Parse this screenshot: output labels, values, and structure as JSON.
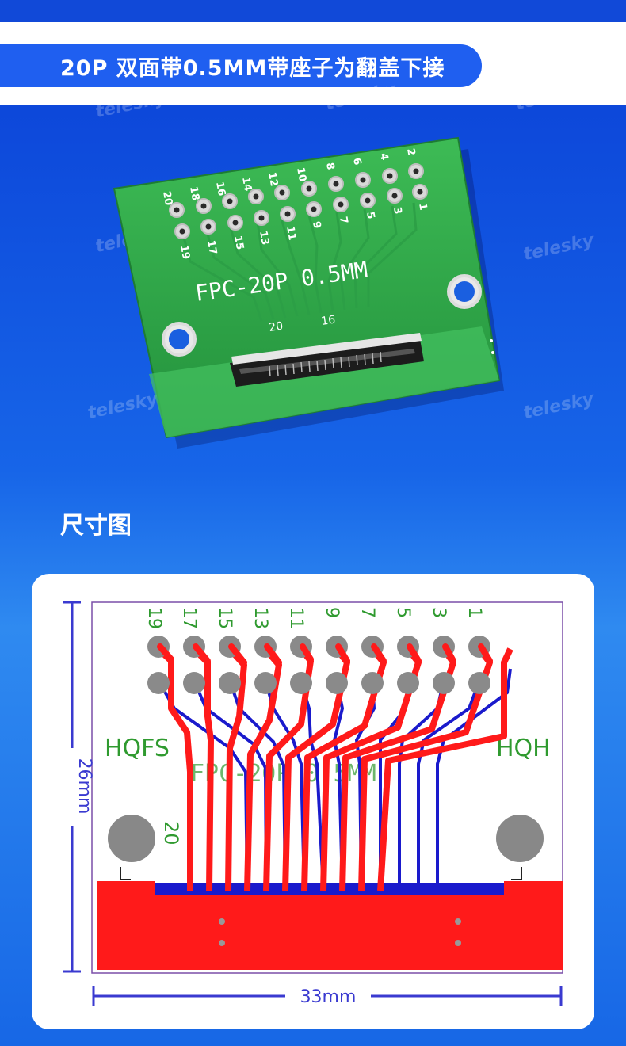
{
  "header": {
    "title": "20P 双面带0.5MM带座子为翻盖下接"
  },
  "photo": {
    "board_label": "FPC-20P 0.5MM",
    "connector_marks": [
      "20",
      "16"
    ],
    "top_row_pins": [
      "20",
      "18",
      "16",
      "14",
      "12",
      "10",
      "8",
      "6",
      "4",
      "2"
    ],
    "bottom_row_pins": [
      "19",
      "17",
      "15",
      "13",
      "11",
      "9",
      "7",
      "5",
      "3",
      "1"
    ]
  },
  "section": {
    "title": "尺寸图"
  },
  "drawing": {
    "height_dim": "26mm",
    "width_dim": "33mm",
    "top_labels": [
      "19",
      "17",
      "15",
      "13",
      "11",
      "9",
      "7",
      "5",
      "3",
      "1"
    ],
    "left_text": "HQFS",
    "right_text": "HQH",
    "connector_mark": "20"
  },
  "watermark": {
    "brand": "telesky"
  },
  "colors": {
    "pcb_green": "#2fa84a",
    "trace_red": "#ff1a1a",
    "trace_blue": "#1a1acc",
    "dimension_blue": "#3a3ad0",
    "label_green": "#2f9a2f"
  }
}
